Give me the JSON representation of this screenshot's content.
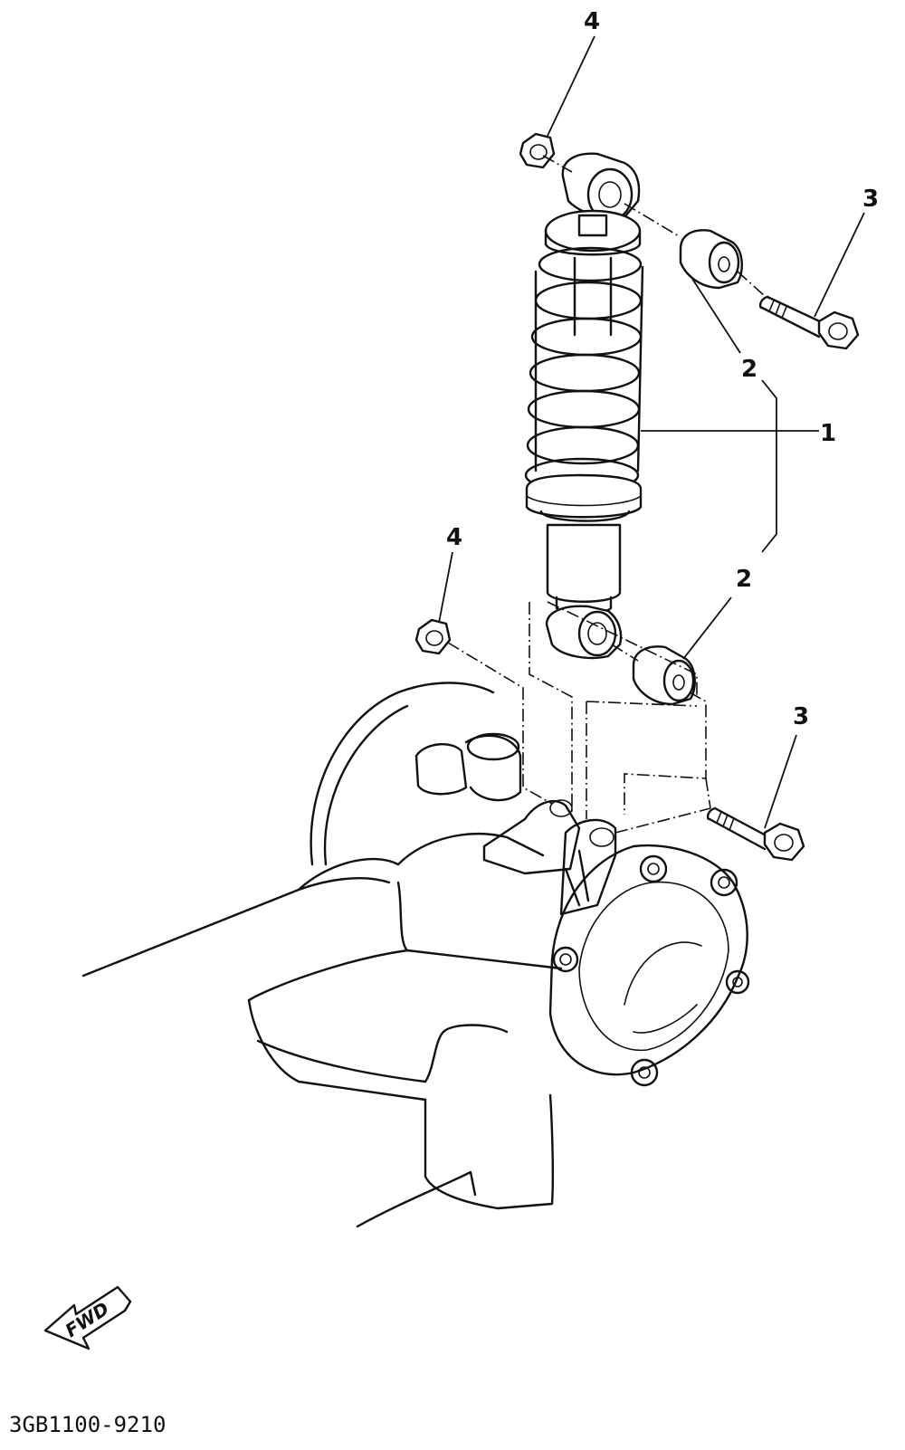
{
  "callouts": {
    "shock_absorber": "1",
    "bushing_upper": "2",
    "bushing_lower": "2",
    "bolt_upper": "3",
    "bolt_lower": "3",
    "nut_upper": "4",
    "nut_lower": "4"
  },
  "direction_label": "FWD",
  "diagram_code": "3GB1100-9210",
  "colors": {
    "line": "#111111",
    "background": "#ffffff"
  }
}
